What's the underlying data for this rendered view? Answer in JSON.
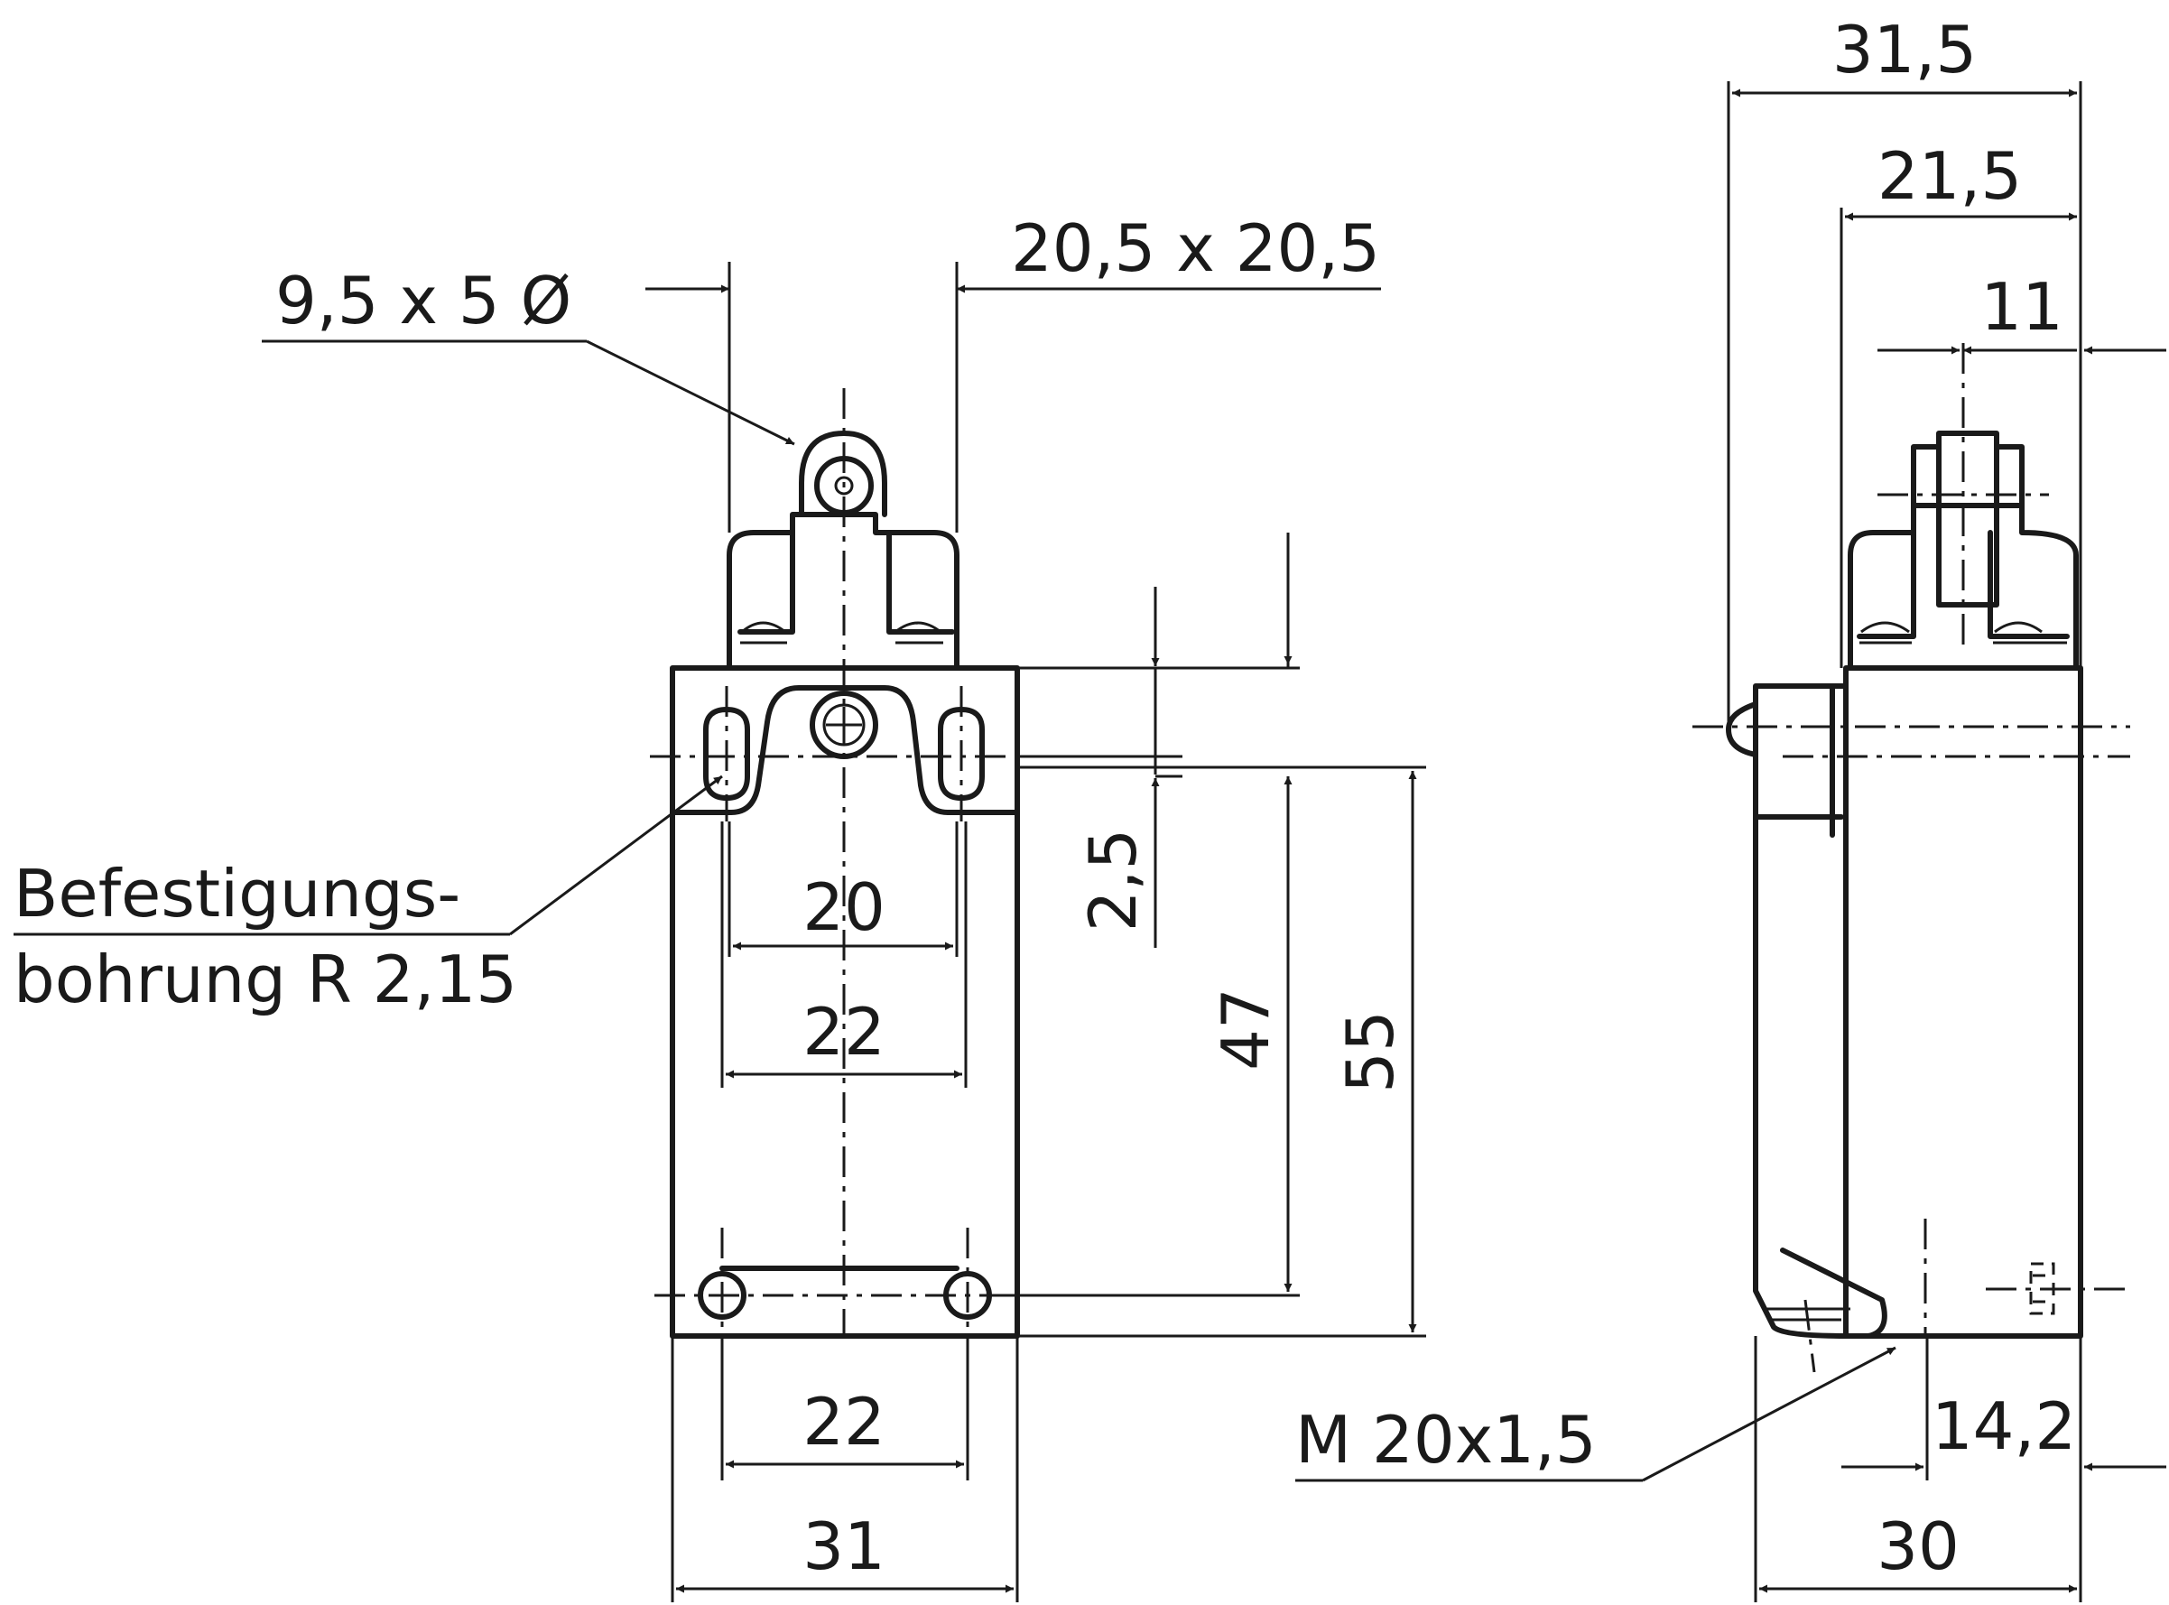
{
  "labels": {
    "roller_diameter": "9,5 x 5 Ø",
    "head_size": "20,5 x 20,5",
    "mount_hole_line1": "Befestigungs-",
    "mount_hole_line2": "bohrung R 2,15",
    "hole_spacing_top": "20",
    "slot_width": "22",
    "slot_offset": "2,5",
    "hole_distance": "47",
    "body_height": "55",
    "bottom_hole_spacing": "22",
    "body_width": "31",
    "thread": "M 20x1,5",
    "side_depth_total": "31,5",
    "side_depth_head": "21,5",
    "side_roller_offset": "11",
    "thread_offset": "14,2",
    "side_body_depth": "30"
  },
  "colors": {
    "line": "#1a1a1a",
    "background": "#ffffff"
  }
}
